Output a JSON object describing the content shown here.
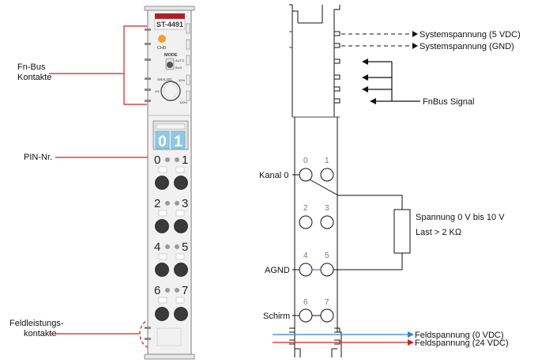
{
  "left_labels": {
    "fnbus": [
      "Fn-Bus",
      "Kontakte"
    ],
    "pin": "PIN-Nr.",
    "feld": [
      "Feldleistungs-",
      "kontakte"
    ]
  },
  "module": {
    "model": "ST-4491",
    "channel": "CH0",
    "mode_label": "MODE",
    "mode_auto": "AUTO",
    "mode_bus": "BUS",
    "knob_label": "ANALOG",
    "knob_min": "0%",
    "knob_mid": "50%",
    "knob_max": "100%",
    "digits": [
      "0",
      "1"
    ],
    "pins": [
      "0",
      "1",
      "2",
      "3",
      "4",
      "5",
      "6",
      "7"
    ]
  },
  "right": {
    "signals": [
      "Systemspannung (5 VDC)",
      "Systemspannung (GND)",
      "FnBus Signal"
    ],
    "kanal": "Kanal 0",
    "agnd": "AGND",
    "schirm": "Schirm",
    "pins": [
      "0",
      "1",
      "2",
      "3",
      "4",
      "5",
      "6",
      "7"
    ],
    "load_line1": "Spannung 0 V bis 10 V",
    "load_line2": "Last > 2 KΩ",
    "feld_0": "Feldspannung (0 VDC)",
    "feld_24": "Feldspannung (24 VDC)"
  },
  "colors": {
    "red": "#d42020",
    "blue": "#3a7ec4",
    "display": "#8fc9e6",
    "led": "#f0a030",
    "model_bar": "#b01e28"
  }
}
